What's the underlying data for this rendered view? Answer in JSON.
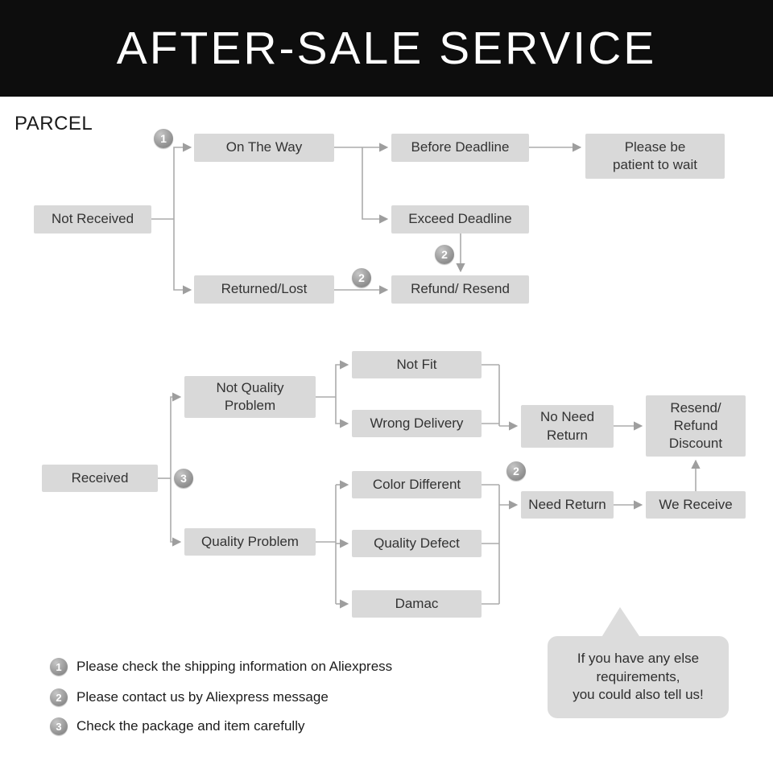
{
  "header": {
    "title": "AFTER-SALE SERVICE"
  },
  "parcel_label": "PARCEL",
  "flow1": {
    "not_received": "Not Received",
    "on_the_way": "On The Way",
    "before_deadline": "Before Deadline",
    "please_wait": "Please be\npatient to wait",
    "exceed_deadline": "Exceed Deadline",
    "returned_lost": "Returned/Lost",
    "refund_resend": "Refund/ Resend"
  },
  "flow2": {
    "received": "Received",
    "not_quality_problem": "Not Quality\nProblem",
    "quality_problem": "Quality Problem",
    "not_fit": "Not Fit",
    "wrong_delivery": "Wrong Delivery",
    "color_different": "Color Different",
    "quality_defect": "Quality Defect",
    "damac": "Damac",
    "no_need_return": "No Need\nReturn",
    "need_return": "Need Return",
    "resend_refund_discount": "Resend/\nRefund\nDiscount",
    "we_receive": "We Receive"
  },
  "badges": {
    "n1": "1",
    "n2": "2",
    "n3": "3"
  },
  "notes": [
    {
      "num": "1",
      "text": "Please check the shipping information on Aliexpress"
    },
    {
      "num": "2",
      "text": "Please contact us by Aliexpress message"
    },
    {
      "num": "3",
      "text": "Check the package and item carefully"
    }
  ],
  "bubble": {
    "text": "If you have any else\nrequirements,\nyou could also tell us!"
  },
  "colors": {
    "header_bg": "#0d0d0d",
    "box_bg": "#d9d9d9",
    "line": "#ababab",
    "bubble_bg": "#dcdcdc"
  }
}
